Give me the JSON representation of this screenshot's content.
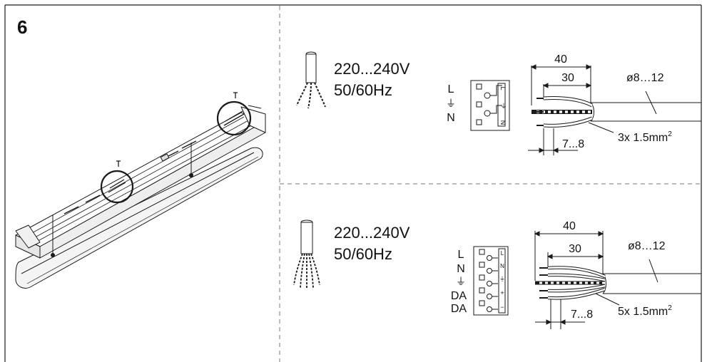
{
  "step_number": "6",
  "panels": [
    {
      "voltage": "220...240V",
      "frequency": "50/60Hz",
      "terminal_labels_left": [
        "L",
        "⏚",
        "N"
      ],
      "terminal_labels_inner": [
        "L",
        "⏚",
        "N"
      ],
      "dim_outer": "40",
      "dim_inner": "30",
      "dim_strip": "7...8",
      "cable_diameter": "ø8…12",
      "conductor_spec": "3x 1.5mm",
      "conductor_superscript": "2"
    },
    {
      "voltage": "220...240V",
      "frequency": "50/60Hz",
      "terminal_labels_left": [
        "L",
        "N",
        "⏚",
        "DA",
        "DA"
      ],
      "terminal_labels_inner": [
        "L",
        "N",
        "⏚",
        "+",
        "−"
      ],
      "dim_outer": "40",
      "dim_inner": "30",
      "dim_strip": "7...8",
      "cable_diameter": "ø8…12",
      "conductor_spec": "5x 1.5mm",
      "conductor_superscript": "2"
    }
  ],
  "colors": {
    "line": "#1a1a1a",
    "dashed_divider": "#777777",
    "background": "#ffffff"
  }
}
